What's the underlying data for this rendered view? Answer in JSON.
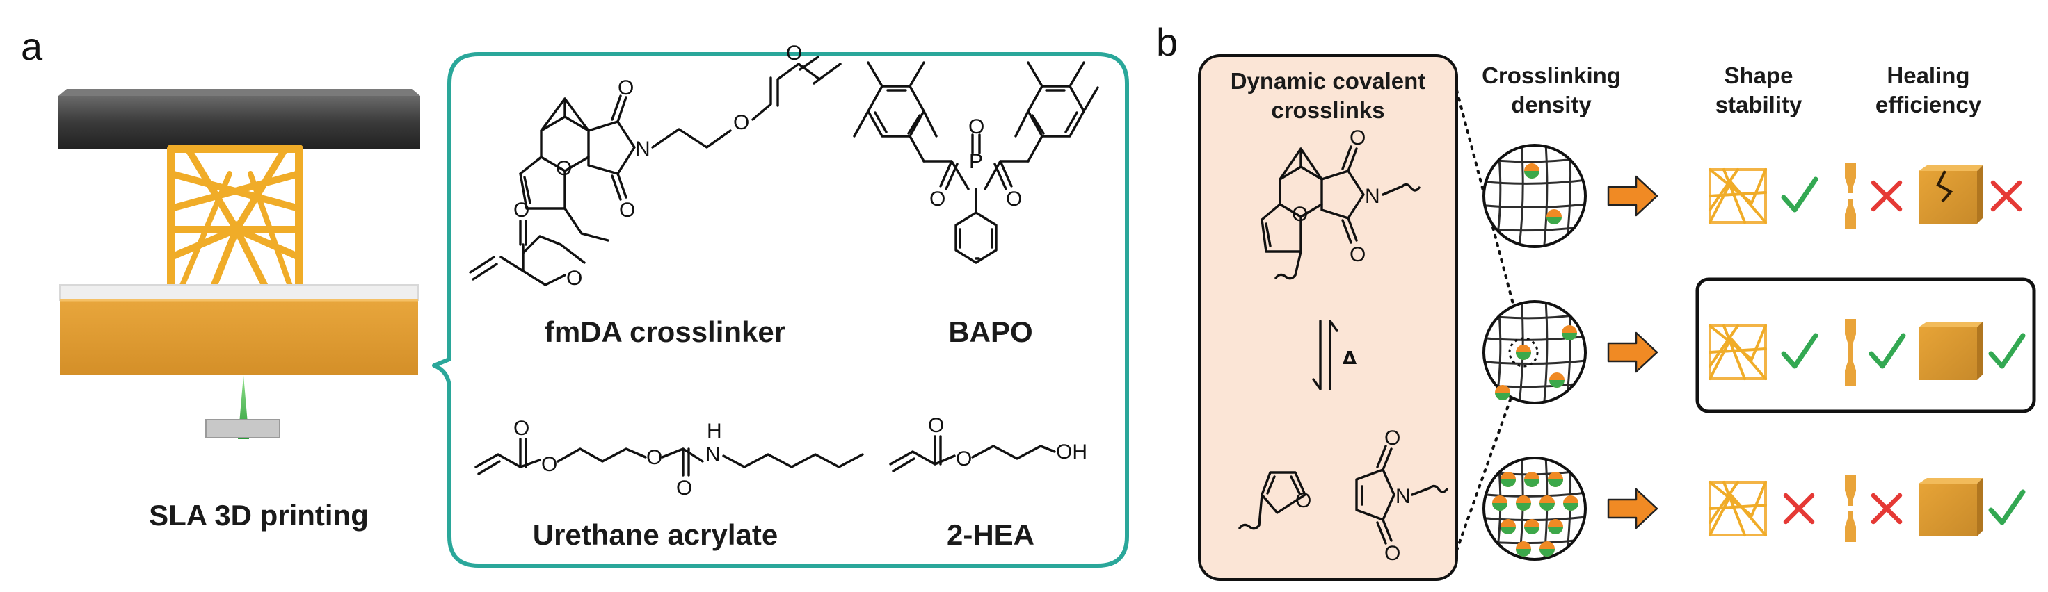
{
  "panel_a": {
    "letter": "a",
    "printer_caption": "SLA 3D printing",
    "resin_components": [
      {
        "name": "fmDA crosslinker"
      },
      {
        "name": "BAPO"
      },
      {
        "name": "Urethane acrylate"
      },
      {
        "name": "2-HEA"
      }
    ],
    "atoms": {
      "oxygen": "O",
      "nitrogen": "N",
      "phosphorus": "P",
      "hydrogen": "H",
      "hydroxyl": "OH"
    },
    "bracket_color": "#2aa79a"
  },
  "panel_b": {
    "letter": "b",
    "box_title_line1": "Dynamic covalent",
    "box_title_line2": "crosslinks",
    "reaction_condition": "Δ",
    "col_density_line1": "Crosslinking",
    "col_density_line2": "density",
    "col_shape_line1": "Shape",
    "col_shape_line2": "stability",
    "col_healing_line1": "Healing",
    "col_healing_line2": "efficiency",
    "rows": [
      {
        "crosslinks": "low",
        "shape_stability": "check",
        "tensile_healing": "cross",
        "block_healing": "cross"
      },
      {
        "crosslinks": "medium",
        "shape_stability": "check",
        "tensile_healing": "check",
        "block_healing": "check",
        "highlighted": true
      },
      {
        "crosslinks": "high",
        "shape_stability": "cross",
        "tensile_healing": "cross",
        "block_healing": "check"
      }
    ],
    "box_fill_color": "#fbe5d6",
    "arrow_color": "#f08a24",
    "check_color": "#33a852",
    "cross_color": "#e53935"
  }
}
